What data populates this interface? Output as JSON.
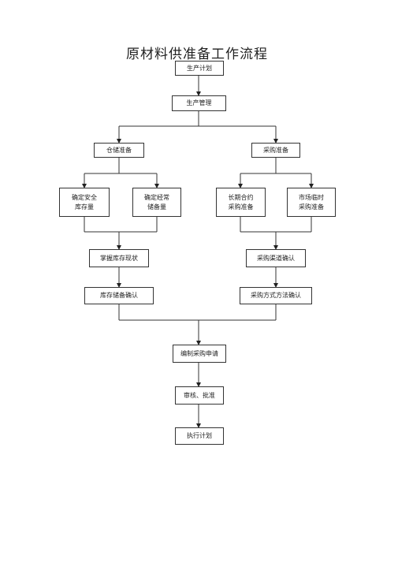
{
  "title": "原材料供准备工作流程",
  "nodes": {
    "production_plan": "生产计划",
    "production_mgmt": "生产管理",
    "warehouse_prep": "仓储准备",
    "purchase_prep": "采购准备",
    "safety_stock": "确定安全\n库存量",
    "regular_storage": "确定经常\n储备量",
    "long_contract": "长期合约\n采购准备",
    "market_temp": "市场临时\n采购准备",
    "inventory_status": "掌握库存现状",
    "channel_confirm": "采购渠道确认",
    "storage_confirm": "库存储备确认",
    "method_confirm": "采购方式方法确认",
    "compile_request": "编制采购申请",
    "review_approve": "审核、批准",
    "execute_plan": "执行计划"
  }
}
